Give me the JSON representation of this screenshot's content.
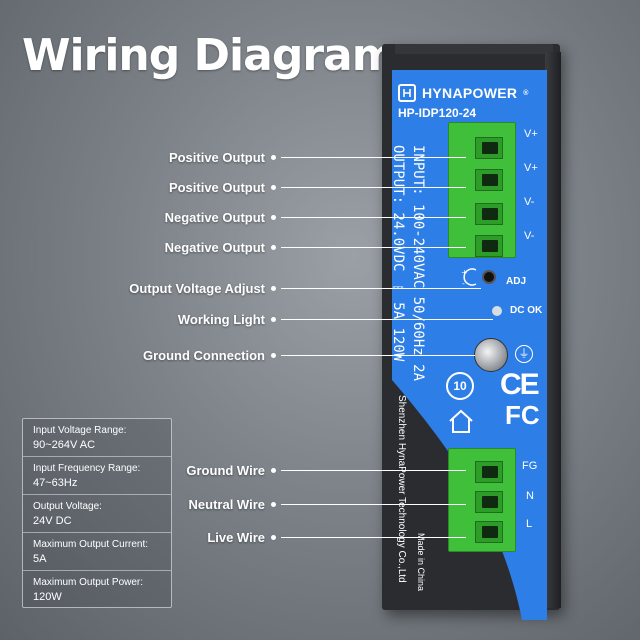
{
  "title": "Wiring Diagram",
  "device": {
    "brand": "HYNAPOWER",
    "brand_mark": "®",
    "model": "HP-IDP120-24",
    "input_spec": "INPUT: 100-240VAC 50/60Hz 2A",
    "output_spec": "OUTPUT: 24.0VDC ⎓ 5A 120W",
    "manufacturer": "Shenzhen HynaPower Technology Co.,Ltd",
    "made_in": "Made in China",
    "adj_label": "ADJ",
    "dc_ok_label": "DC OK",
    "output_pins": [
      "V+",
      "V+",
      "V-",
      "V-"
    ],
    "input_pins": [
      "FG",
      "N",
      "L"
    ],
    "certifications": [
      "10",
      "CE",
      "FC"
    ]
  },
  "callouts": [
    "Positive Output",
    "Positive Output",
    "Negative Output",
    "Negative Output",
    "Output Voltage Adjust",
    "Working Light",
    "Ground Connection",
    "Ground Wire",
    "Neutral Wire",
    "Live Wire"
  ],
  "specs": [
    {
      "label": "Input Voltage Range:",
      "value": "90~264V AC"
    },
    {
      "label": "Input Frequency Range:",
      "value": "47~63Hz"
    },
    {
      "label": "Output Voltage:",
      "value": "24V DC"
    },
    {
      "label": "Maximum Output Current:",
      "value": "5A"
    },
    {
      "label": "Maximum Output Power:",
      "value": "120W"
    }
  ]
}
